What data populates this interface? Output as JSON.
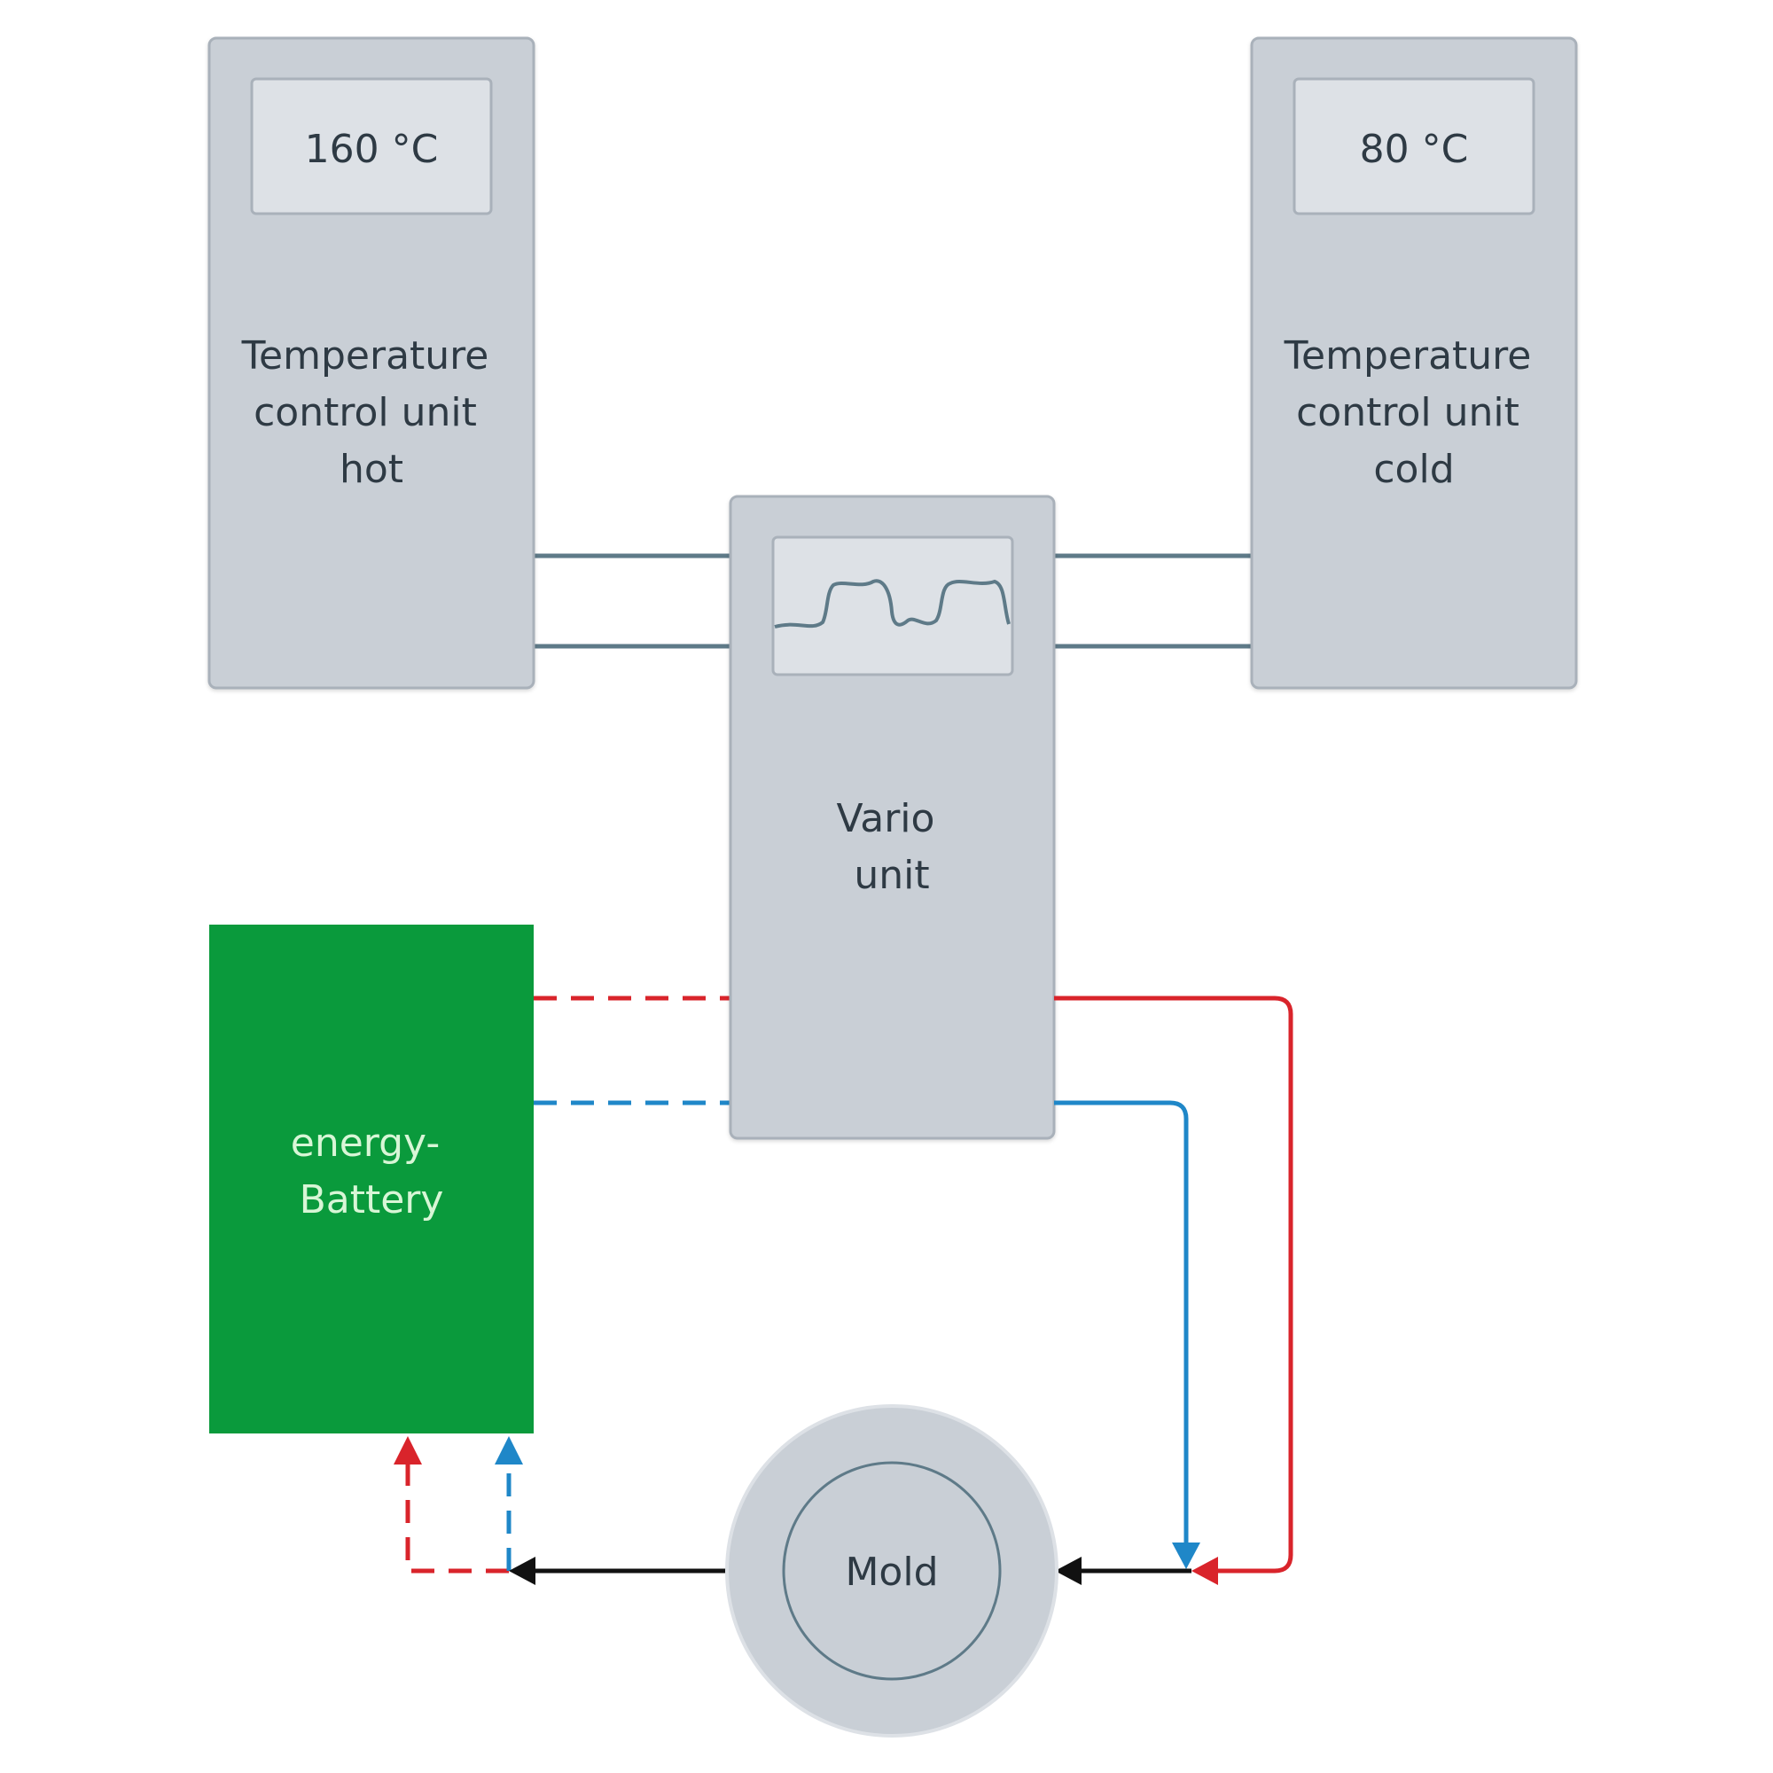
{
  "hot_unit": {
    "display": "160 °C",
    "label_lines": [
      "Temperature",
      "control unit",
      "hot"
    ]
  },
  "cold_unit": {
    "display": "80 °C",
    "label_lines": [
      "Temperature",
      "control unit",
      "cold"
    ]
  },
  "vario_unit": {
    "label_lines": [
      "Vario",
      "unit"
    ]
  },
  "energy_battery": {
    "label_lines": [
      "energy-",
      "Battery"
    ]
  },
  "mold": {
    "label": "Mold"
  },
  "colors": {
    "unit_fill": "#c9cfd6",
    "unit_stroke": "#a9b1ba",
    "display_fill": "#dde1e6",
    "battery_fill": "#0a9a3c",
    "battery_text": "#d8f6d6",
    "hot_line": "#d9242b",
    "cold_line": "#1f87c8",
    "return_line": "#111111",
    "pipe": "#5e7a88"
  }
}
